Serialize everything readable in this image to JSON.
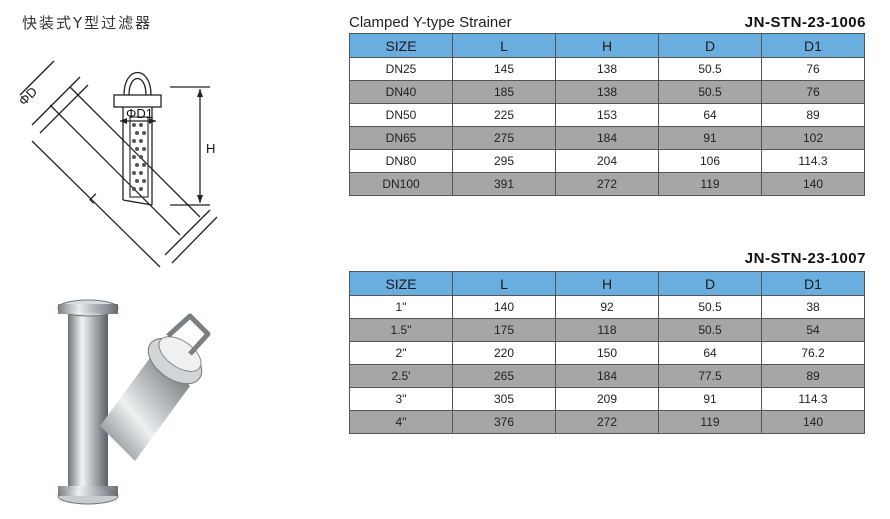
{
  "cn_title": "快装式Y型过滤器",
  "table_title": "Clamped Y-type Strainer",
  "drawing_labels": {
    "phi_d": "ΦD",
    "phi_d1": "ΦD1",
    "h": "H",
    "l": "L"
  },
  "colors": {
    "header_blue": "#6aaee0",
    "row_gray": "#a6a6a6"
  },
  "table1": {
    "code": "JN-STN-23-1006",
    "headers": [
      "SIZE",
      "L",
      "H",
      "D",
      "D1"
    ],
    "rows": [
      [
        "DN25",
        "145",
        "138",
        "50.5",
        "76"
      ],
      [
        "DN40",
        "185",
        "138",
        "50.5",
        "76"
      ],
      [
        "DN50",
        "225",
        "153",
        "64",
        "89"
      ],
      [
        "DN65",
        "275",
        "184",
        "91",
        "102"
      ],
      [
        "DN80",
        "295",
        "204",
        "106",
        "114.3"
      ],
      [
        "DN100",
        "391",
        "272",
        "119",
        "140"
      ]
    ]
  },
  "table2": {
    "code": "JN-STN-23-1007",
    "headers": [
      "SIZE",
      "L",
      "H",
      "D",
      "D1"
    ],
    "rows": [
      [
        "1\"",
        "140",
        "92",
        "50.5",
        "38"
      ],
      [
        "1.5\"",
        "175",
        "118",
        "50.5",
        "54"
      ],
      [
        "2\"",
        "220",
        "150",
        "64",
        "76.2"
      ],
      [
        "2.5'",
        "265",
        "184",
        "77.5",
        "89"
      ],
      [
        "3\"",
        "305",
        "209",
        "91",
        "114.3"
      ],
      [
        "4\"",
        "376",
        "272",
        "119",
        "140"
      ]
    ]
  }
}
